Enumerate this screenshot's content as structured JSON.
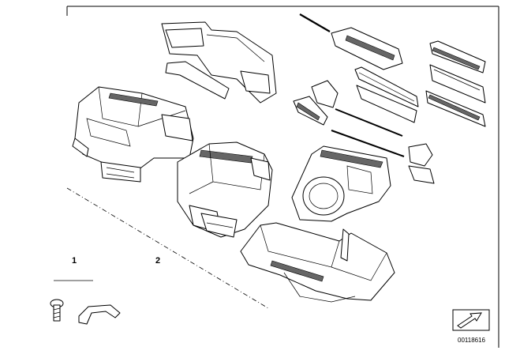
{
  "callouts": [
    {
      "label": "1"
    },
    {
      "label": "2"
    }
  ],
  "diagram_id": "00118616",
  "icons": {
    "nav_arrow": "arrow-box-icon"
  }
}
